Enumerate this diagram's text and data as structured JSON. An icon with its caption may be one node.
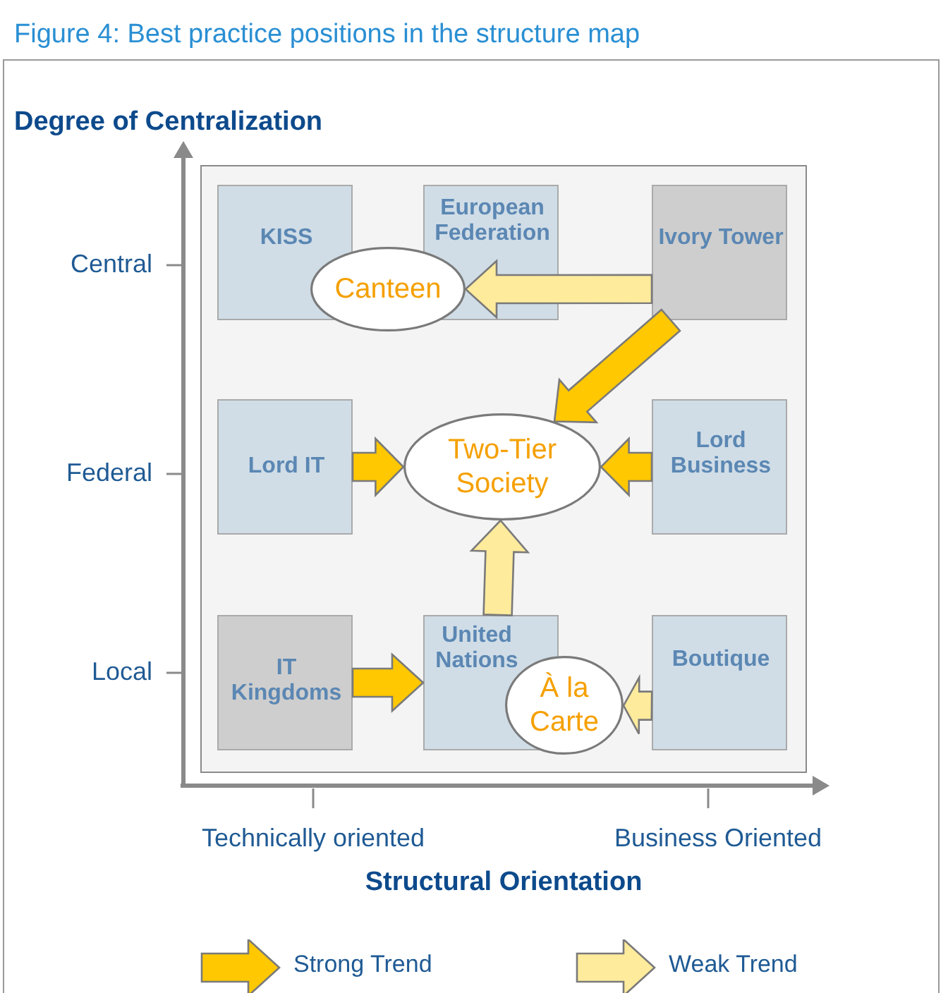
{
  "diagram": {
    "title": "Figure 4: Best practice positions in the structure map",
    "nodes": [
      {
        "text": [
          "KISS"
        ]
      },
      {
        "text": [
          "European Federation"
        ]
      },
      {
        "text": [
          "Ivory Tower"
        ]
      },
      {
        "text": [
          "Lord IT"
        ]
      },
      {
        "text": [
          "Lord Business"
        ]
      },
      {
        "text": [
          "IT Kingdoms"
        ]
      },
      {
        "text": [
          "United Nations"
        ]
      },
      {
        "text": [
          "Boutique"
        ]
      },
      {
        "text": [
          "Canteen"
        ]
      },
      {
        "text": [
          "Two-Tier Society"
        ]
      },
      {
        "text": [
          "À la Carte"
        ]
      }
    ],
    "edges": [
      {
        "from": 2,
        "to": 8,
        "arrow": "to",
        "color": "#ffeb9c"
      },
      {
        "from": 2,
        "to": 9,
        "arrow": "to"
      },
      {
        "from": 3,
        "to": 9,
        "arrow": "to"
      },
      {
        "from": 4,
        "to": 9,
        "arrow": "to"
      },
      {
        "from": 6,
        "to": 9,
        "arrow": "to",
        "color": "#ffeb9c"
      },
      {
        "from": 5,
        "to": 6,
        "arrow": "to"
      },
      {
        "from": 7,
        "to": 10,
        "arrow": "to",
        "color": "#ffeb9c"
      }
    ],
    "labels": [
      "Degree of Centralization",
      "Central",
      "Federal",
      "Local",
      "Technically oriented",
      "Business Oriented",
      "Structural Orientation"
    ],
    "legend": [
      {
        "text": "Strong Trend",
        "color": "#ffc800"
      },
      {
        "text": "Weak Trend",
        "color": "#ffeb9c"
      }
    ]
  }
}
